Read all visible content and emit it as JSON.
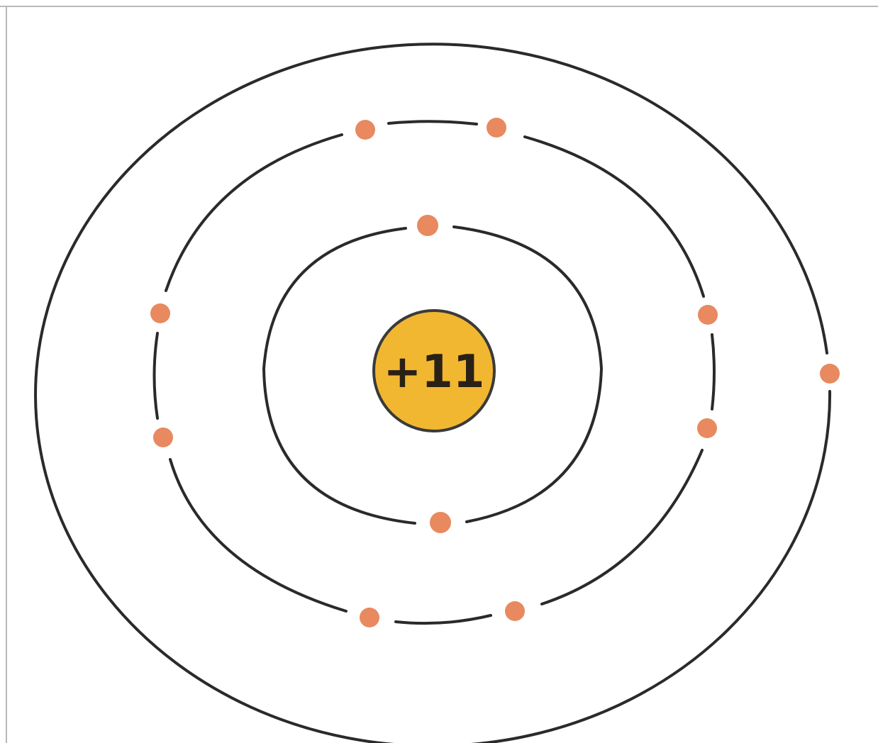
{
  "atom": {
    "nucleus": {
      "charge_label": "+11",
      "fill_color": "#f2b731",
      "outline_color": "#3a3a3a"
    },
    "shells": [
      {
        "shell": 1,
        "electron_count": 2
      },
      {
        "shell": 2,
        "electron_count": 8
      },
      {
        "shell": 3,
        "electron_count": 1
      }
    ],
    "electron_color": "#e8895f",
    "shell_line_color": "#2a2a2a"
  }
}
